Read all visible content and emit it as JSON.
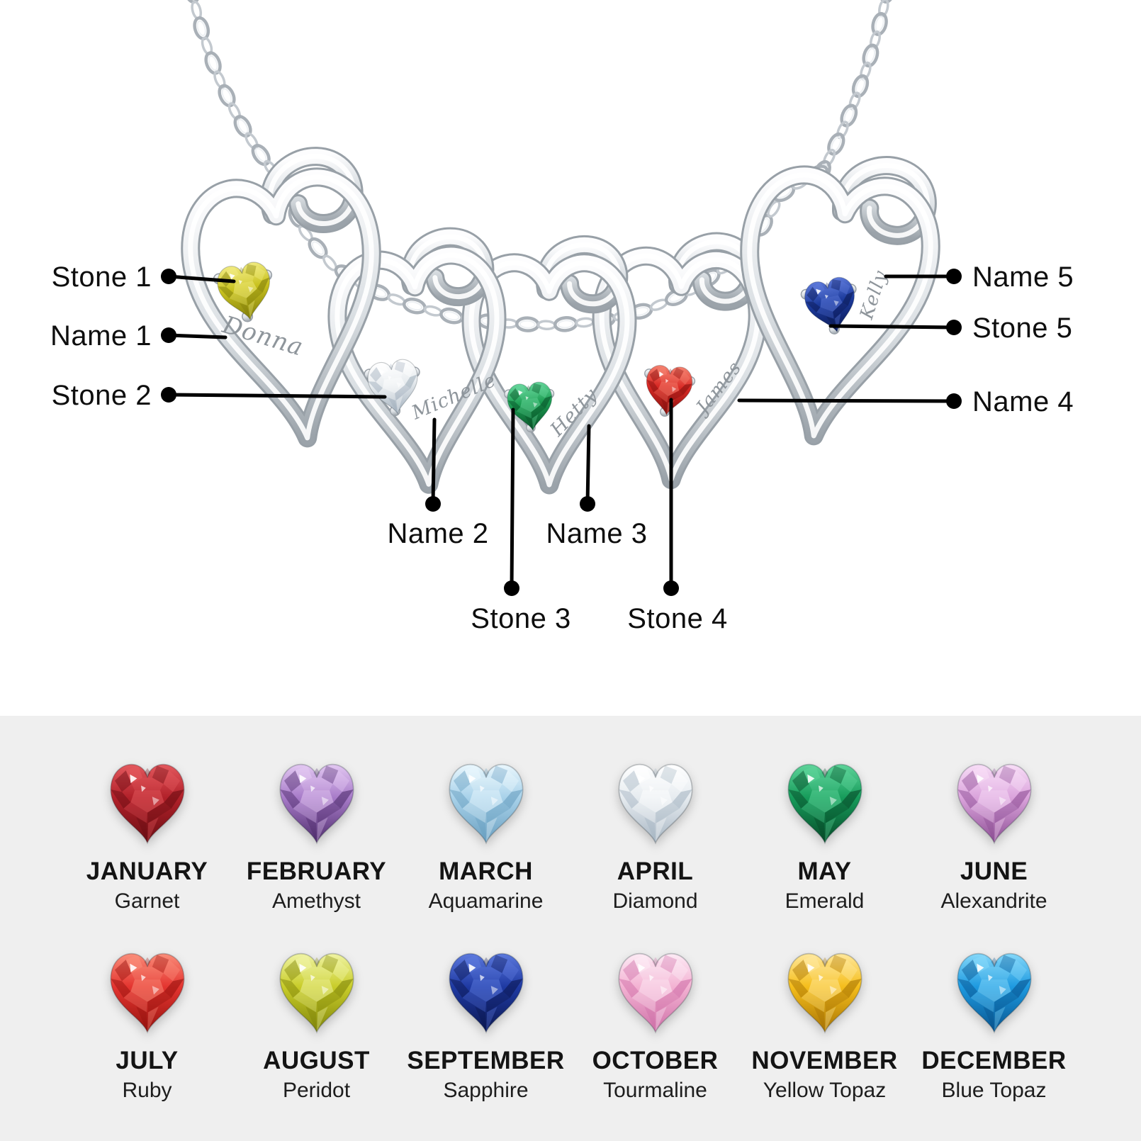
{
  "necklace": {
    "pendants": [
      {
        "name": "Donna",
        "stone": {
          "label": "yellow stone",
          "base": "#c9c21f",
          "dark": "#827f0b",
          "light": "#f1eb80"
        }
      },
      {
        "name": "Michelle",
        "stone": {
          "label": "white stone",
          "base": "#e9edf0",
          "dark": "#a2b0bd",
          "light": "#ffffff"
        }
      },
      {
        "name": "Hetty",
        "stone": {
          "label": "green stone",
          "base": "#1d9e53",
          "dark": "#085229",
          "light": "#67d69c"
        }
      },
      {
        "name": "James",
        "stone": {
          "label": "red stone",
          "base": "#d92a25",
          "dark": "#87120f",
          "light": "#f58270"
        }
      },
      {
        "name": "Kelly",
        "stone": {
          "label": "blue stone",
          "base": "#1c3b9d",
          "dark": "#0c1a55",
          "light": "#5d79da"
        }
      }
    ]
  },
  "callouts": {
    "stone1": "Stone 1",
    "name1": "Name 1",
    "stone2": "Stone 2",
    "name2": "Name 2",
    "name3": "Name 3",
    "stone3": "Stone 3",
    "stone4": "Stone 4",
    "name5": "Name 5",
    "stone5": "Stone 5",
    "name4": "Name 4"
  },
  "birthstones": [
    {
      "month": "JANUARY",
      "stone": "Garnet",
      "base": "#b2212a",
      "dark": "#6b0e13",
      "light": "#e4595e"
    },
    {
      "month": "FEBRUARY",
      "stone": "Amethyst",
      "base": "#a87cc9",
      "dark": "#4f2d6d",
      "light": "#e3c8f2"
    },
    {
      "month": "MARCH",
      "stone": "Aquamarine",
      "base": "#a9d2ea",
      "dark": "#6success99fc0",
      "light": "#eaf7fd"
    },
    {
      "month": "APRIL",
      "stone": "Diamond",
      "base": "#e7ecf0",
      "dark": "#a7b6c3",
      "light": "#ffffff"
    },
    {
      "month": "MAY",
      "stone": "Emerald",
      "base": "#179c5b",
      "dark": "#064a28",
      "light": "#5ed49a"
    },
    {
      "month": "JUNE",
      "stone": "Alexandrite",
      "base": "#dba4dc",
      "dark": "#8d4f95",
      "light": "#f8def7"
    },
    {
      "month": "JULY",
      "stone": "Ruby",
      "base": "#e43530",
      "dark": "#97130f",
      "light": "#fa8d7a"
    },
    {
      "month": "AUGUST",
      "stone": "Peridot",
      "base": "#c9cd2a",
      "dark": "#81860b",
      "light": "#f0f4a4"
    },
    {
      "month": "SEPTEMBER",
      "stone": "Sapphire",
      "base": "#1f3aa3",
      "dark": "#0c1852",
      "light": "#5c79dd"
    },
    {
      "month": "OCTOBER",
      "stone": "Tourmaline",
      "base": "#f3b3d3",
      "dark": "#cf70a8",
      "light": "#fdebf5"
    },
    {
      "month": "NOVEMBER",
      "stone": "Yellow Topaz",
      "base": "#f5be1c",
      "dark": "#a87404",
      "light": "#ffe89c"
    },
    {
      "month": "DECEMBER",
      "stone": "Blue Topaz",
      "base": "#1e9ae0",
      "dark": "#08548f",
      "light": "#85d8fa"
    }
  ],
  "colors": {
    "panel_bg": "#efefef",
    "label_text": "#0e0e0e",
    "engraving": "#8e959b",
    "silver_light": "#fdfdfe",
    "silver_mid": "#dadfe3",
    "silver_dark": "#9ba3aa",
    "callout_line": "#000000"
  }
}
